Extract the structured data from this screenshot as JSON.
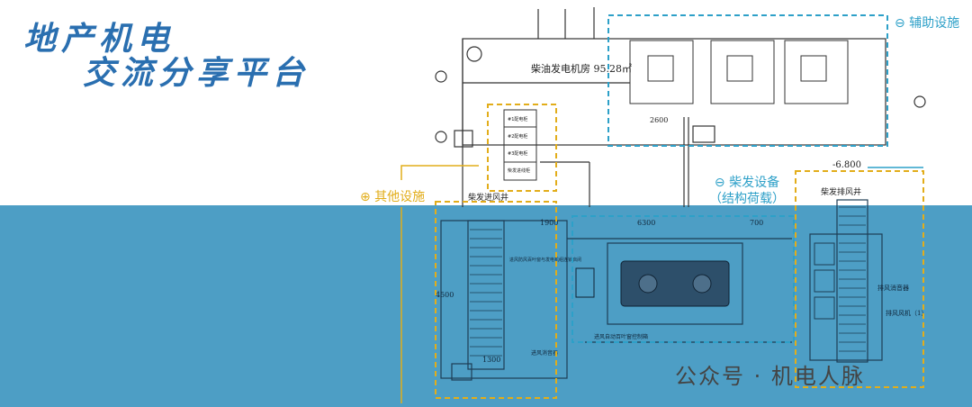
{
  "brand": {
    "line1": "地产机电",
    "line2": "交流分享平台"
  },
  "labels": {
    "aux": "⊖ 辅助设施",
    "other": "⊕ 其他设施",
    "gen_line1": "⊖ 柴发设备",
    "gen_line2": "（结构荷载）"
  },
  "drawing": {
    "room_title": "柴油发电机房  95.28㎡",
    "air_inlet_shaft": "柴发进风井",
    "exhaust_shaft": "柴发排风井",
    "elevation": "-6.800",
    "panels": [
      "#1配电柜",
      "#2配电柜",
      "#3配电柜",
      "柴发进线柜"
    ],
    "dim_1900": "1900",
    "dim_6300": "6300",
    "dim_700": "700",
    "dim_1300": "1300",
    "dim_4500": "4500",
    "dim_2600": "2600",
    "inlet_note": "进风防风百叶窗与发电机组连锁启闭",
    "inlet_damper": "进风消音器",
    "exhaust_fan": "排风风机（1）",
    "exhaust_damper": "排风消音器",
    "control_note": "进风自动百叶窗控制箱"
  },
  "colors": {
    "water": "#4d9ec5",
    "aux_box": "#2da0c8",
    "other_box": "#e2ad1a",
    "brand": "#2a6fb0"
  },
  "watermark": "公众号 · 机电人脉"
}
